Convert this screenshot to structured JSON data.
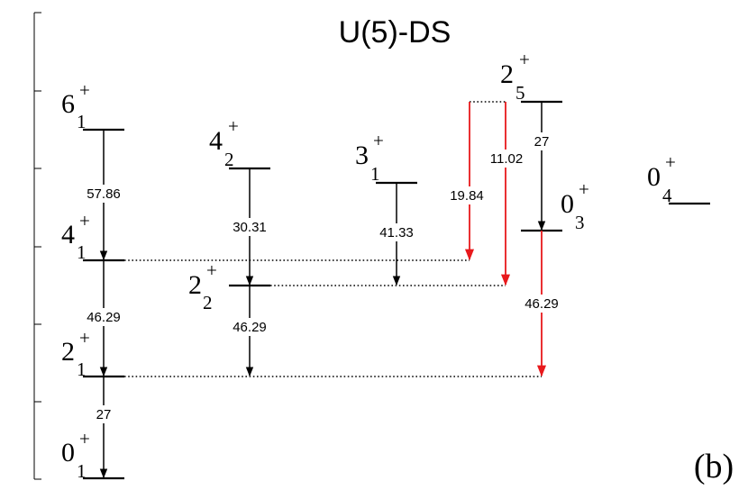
{
  "title": "U(5)-DS",
  "panel_label": "(b)",
  "colors": {
    "black": "#000000",
    "red": "#e8191c"
  },
  "levels": [
    {
      "id": "0_1",
      "j": "0",
      "sub": "1",
      "sup": "+"
    },
    {
      "id": "2_1",
      "j": "2",
      "sub": "1",
      "sup": "+"
    },
    {
      "id": "4_1",
      "j": "4",
      "sub": "1",
      "sup": "+"
    },
    {
      "id": "6_1",
      "j": "6",
      "sub": "1",
      "sup": "+"
    },
    {
      "id": "2_2",
      "j": "2",
      "sub": "2",
      "sup": "+"
    },
    {
      "id": "4_2",
      "j": "4",
      "sub": "2",
      "sup": "+"
    },
    {
      "id": "3_1",
      "j": "3",
      "sub": "1",
      "sup": "+"
    },
    {
      "id": "2_5",
      "j": "2",
      "sub": "5",
      "sup": "+"
    },
    {
      "id": "0_3",
      "j": "0",
      "sub": "3",
      "sup": "+"
    },
    {
      "id": "0_4",
      "j": "0",
      "sub": "4",
      "sup": "+"
    }
  ],
  "transitions": [
    {
      "from": "6_1",
      "to": "4_1",
      "value": "57.86",
      "color": "black"
    },
    {
      "from": "4_1",
      "to": "2_1",
      "value": "46.29",
      "color": "black"
    },
    {
      "from": "2_1",
      "to": "0_1",
      "value": "27",
      "color": "black"
    },
    {
      "from": "4_2",
      "to": "2_2",
      "value": "30.31",
      "color": "black"
    },
    {
      "from": "2_2",
      "to": "2_1",
      "value": "46.29",
      "color": "black"
    },
    {
      "from": "3_1",
      "to": "2_2",
      "value": "41.33",
      "color": "black"
    },
    {
      "from": "2_5",
      "to": "4_1",
      "value": "19.84",
      "color": "red"
    },
    {
      "from": "2_5",
      "to": "2_2",
      "value": "11.02",
      "color": "red"
    },
    {
      "from": "2_5",
      "to": "0_3",
      "value": "27",
      "color": "black"
    },
    {
      "from": "0_3",
      "to": "2_1",
      "value": "46.29",
      "color": "red"
    }
  ]
}
